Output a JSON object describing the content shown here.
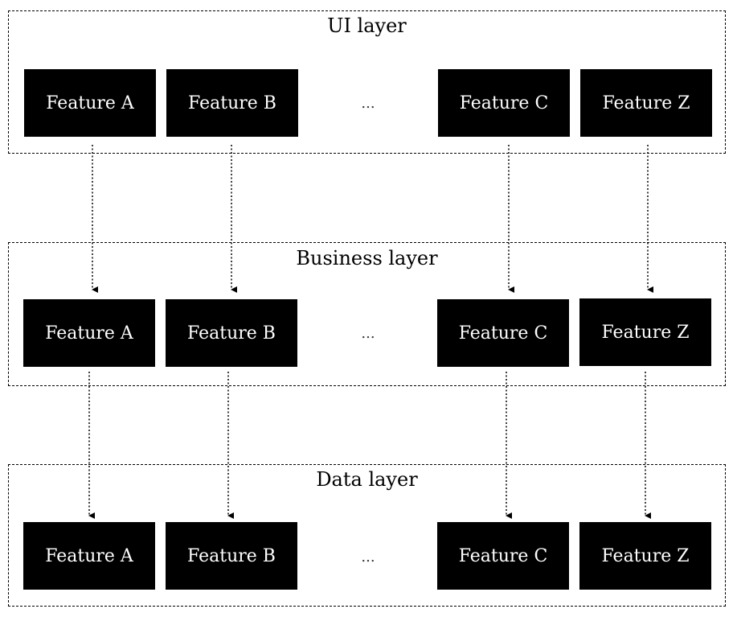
{
  "layers": [
    {
      "title": "UI layer",
      "features": [
        "Feature A",
        "Feature B",
        "Feature C",
        "Feature Z"
      ],
      "ellipsis": "..."
    },
    {
      "title": "Business layer",
      "features": [
        "Feature A",
        "Feature B",
        "Feature C",
        "Feature Z"
      ],
      "ellipsis": "..."
    },
    {
      "title": "Data layer",
      "features": [
        "Feature A",
        "Feature B",
        "Feature C",
        "Feature Z"
      ],
      "ellipsis": "..."
    }
  ],
  "colors": {
    "box_fill": "#000000",
    "box_text": "#ffffff",
    "border": "#000000",
    "background": "#ffffff"
  }
}
